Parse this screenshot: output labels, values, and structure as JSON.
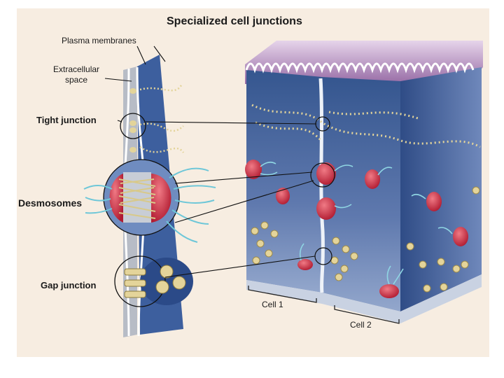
{
  "title": "Specialized cell junctions",
  "labels": {
    "plasma_membranes": "Plasma membranes",
    "extracellular_space_line1": "Extracellular",
    "extracellular_space_line2": "space",
    "tight_junction": "Tight junction",
    "desmosomes": "Desmosomes",
    "gap_junction": "Gap junction",
    "cell_1": "Cell 1",
    "cell_2": "Cell 2"
  },
  "colors": {
    "background": "#f7ede1",
    "cytoplasm": "#3d5f9e",
    "microvilli": "#9b6fa8",
    "desmosome": "#c8243a",
    "filament": "#6ec7d8",
    "junction_protein": "#d8c98a"
  }
}
